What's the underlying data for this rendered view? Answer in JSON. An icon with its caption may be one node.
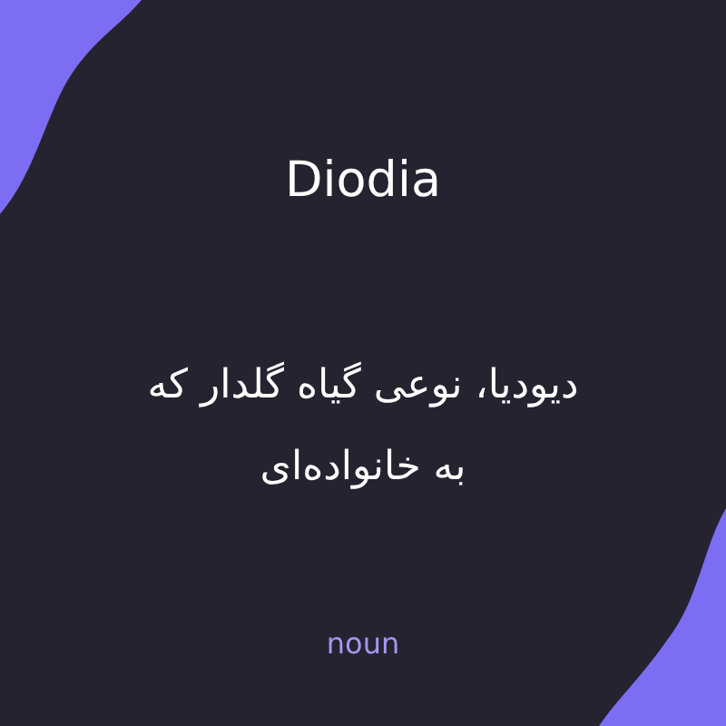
{
  "diagram": {
    "title": "Diodia",
    "labels": [
      "دیودیا، نوعی گیاه گلدار که به خانواده‌ای",
      "noun"
    ]
  }
}
